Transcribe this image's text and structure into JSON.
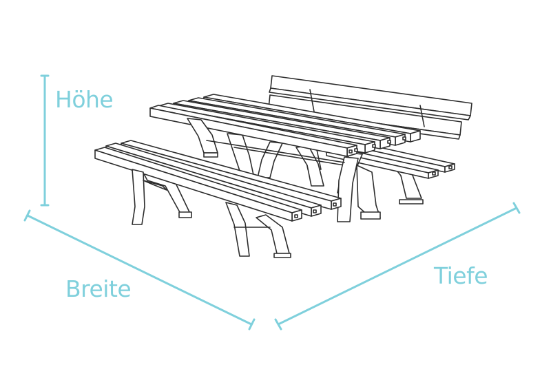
{
  "colors": {
    "dimension": "#7fd0dc",
    "outline": "#2c2c2c",
    "background": "#ffffff"
  },
  "labels": {
    "height": "Höhe",
    "width": "Breite",
    "depth": "Tiefe"
  },
  "icons": {
    "furniture": "picnic-table-with-benches"
  }
}
